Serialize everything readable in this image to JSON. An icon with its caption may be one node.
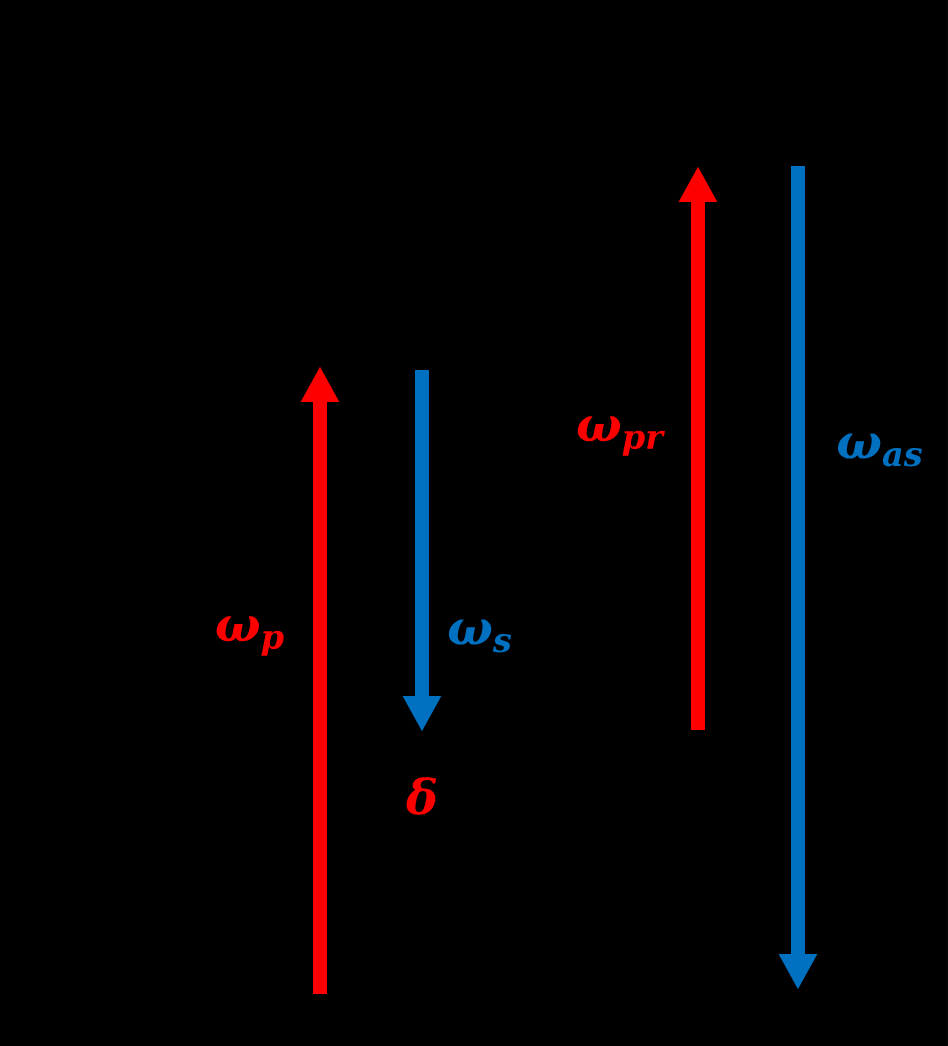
{
  "diagram": {
    "labels": [
      "ω$_{p}$",
      "ω$_{s}$",
      "δ",
      "ω$_{pr}$",
      "ω$_{as}$"
    ]
  }
}
